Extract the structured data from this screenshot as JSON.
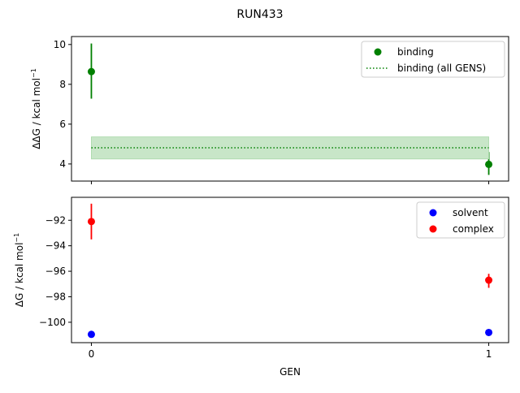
{
  "chart_data": {
    "title": "RUN433",
    "xlabel": "GEN",
    "x_ticks": [
      "0",
      "1"
    ],
    "xlim": [
      -0.05,
      1.05
    ],
    "panels": [
      {
        "type": "scatter",
        "ylabel": "ΔΔG / kcal mol",
        "ylabel_sup": "−1",
        "ylim": [
          3.14,
          10.4
        ],
        "y_ticks": [
          4,
          6,
          8,
          10
        ],
        "y_tick_labels": [
          "4",
          "6",
          "8",
          "10"
        ],
        "legend": "top-right",
        "series": [
          {
            "name": "binding",
            "kind": "errorbar",
            "color": "#008000",
            "x": [
              0,
              1
            ],
            "y": [
              8.64,
              3.98
            ],
            "err_low": [
              7.28,
              3.45
            ],
            "err_high": [
              10.05,
              4.6
            ]
          },
          {
            "name": "binding (all GENS)",
            "kind": "hline-band",
            "color": "#008000",
            "band_color": "#c8e6c8",
            "x": [
              0,
              1
            ],
            "y": 4.81,
            "band": [
              4.25,
              5.36
            ]
          }
        ]
      },
      {
        "type": "scatter",
        "ylabel": "ΔG / kcal mol",
        "ylabel_sup": "−1",
        "ylim": [
          -101.6,
          -90.2
        ],
        "y_ticks": [
          -100,
          -98,
          -96,
          -94,
          -92
        ],
        "y_tick_labels": [
          "−100",
          "−98",
          "−96",
          "−94",
          "−92"
        ],
        "legend": "top-right",
        "series": [
          {
            "name": "solvent",
            "kind": "errorbar",
            "color": "#0000ff",
            "x": [
              0,
              1
            ],
            "y": [
              -100.95,
              -100.8
            ],
            "err_low": [
              -100.95,
              -100.8
            ],
            "err_high": [
              -100.95,
              -100.8
            ]
          },
          {
            "name": "complex",
            "kind": "errorbar",
            "color": "#ff0000",
            "x": [
              0,
              1
            ],
            "y": [
              -92.1,
              -96.7
            ],
            "err_low": [
              -93.5,
              -97.3
            ],
            "err_high": [
              -90.7,
              -96.2
            ]
          }
        ]
      }
    ]
  }
}
